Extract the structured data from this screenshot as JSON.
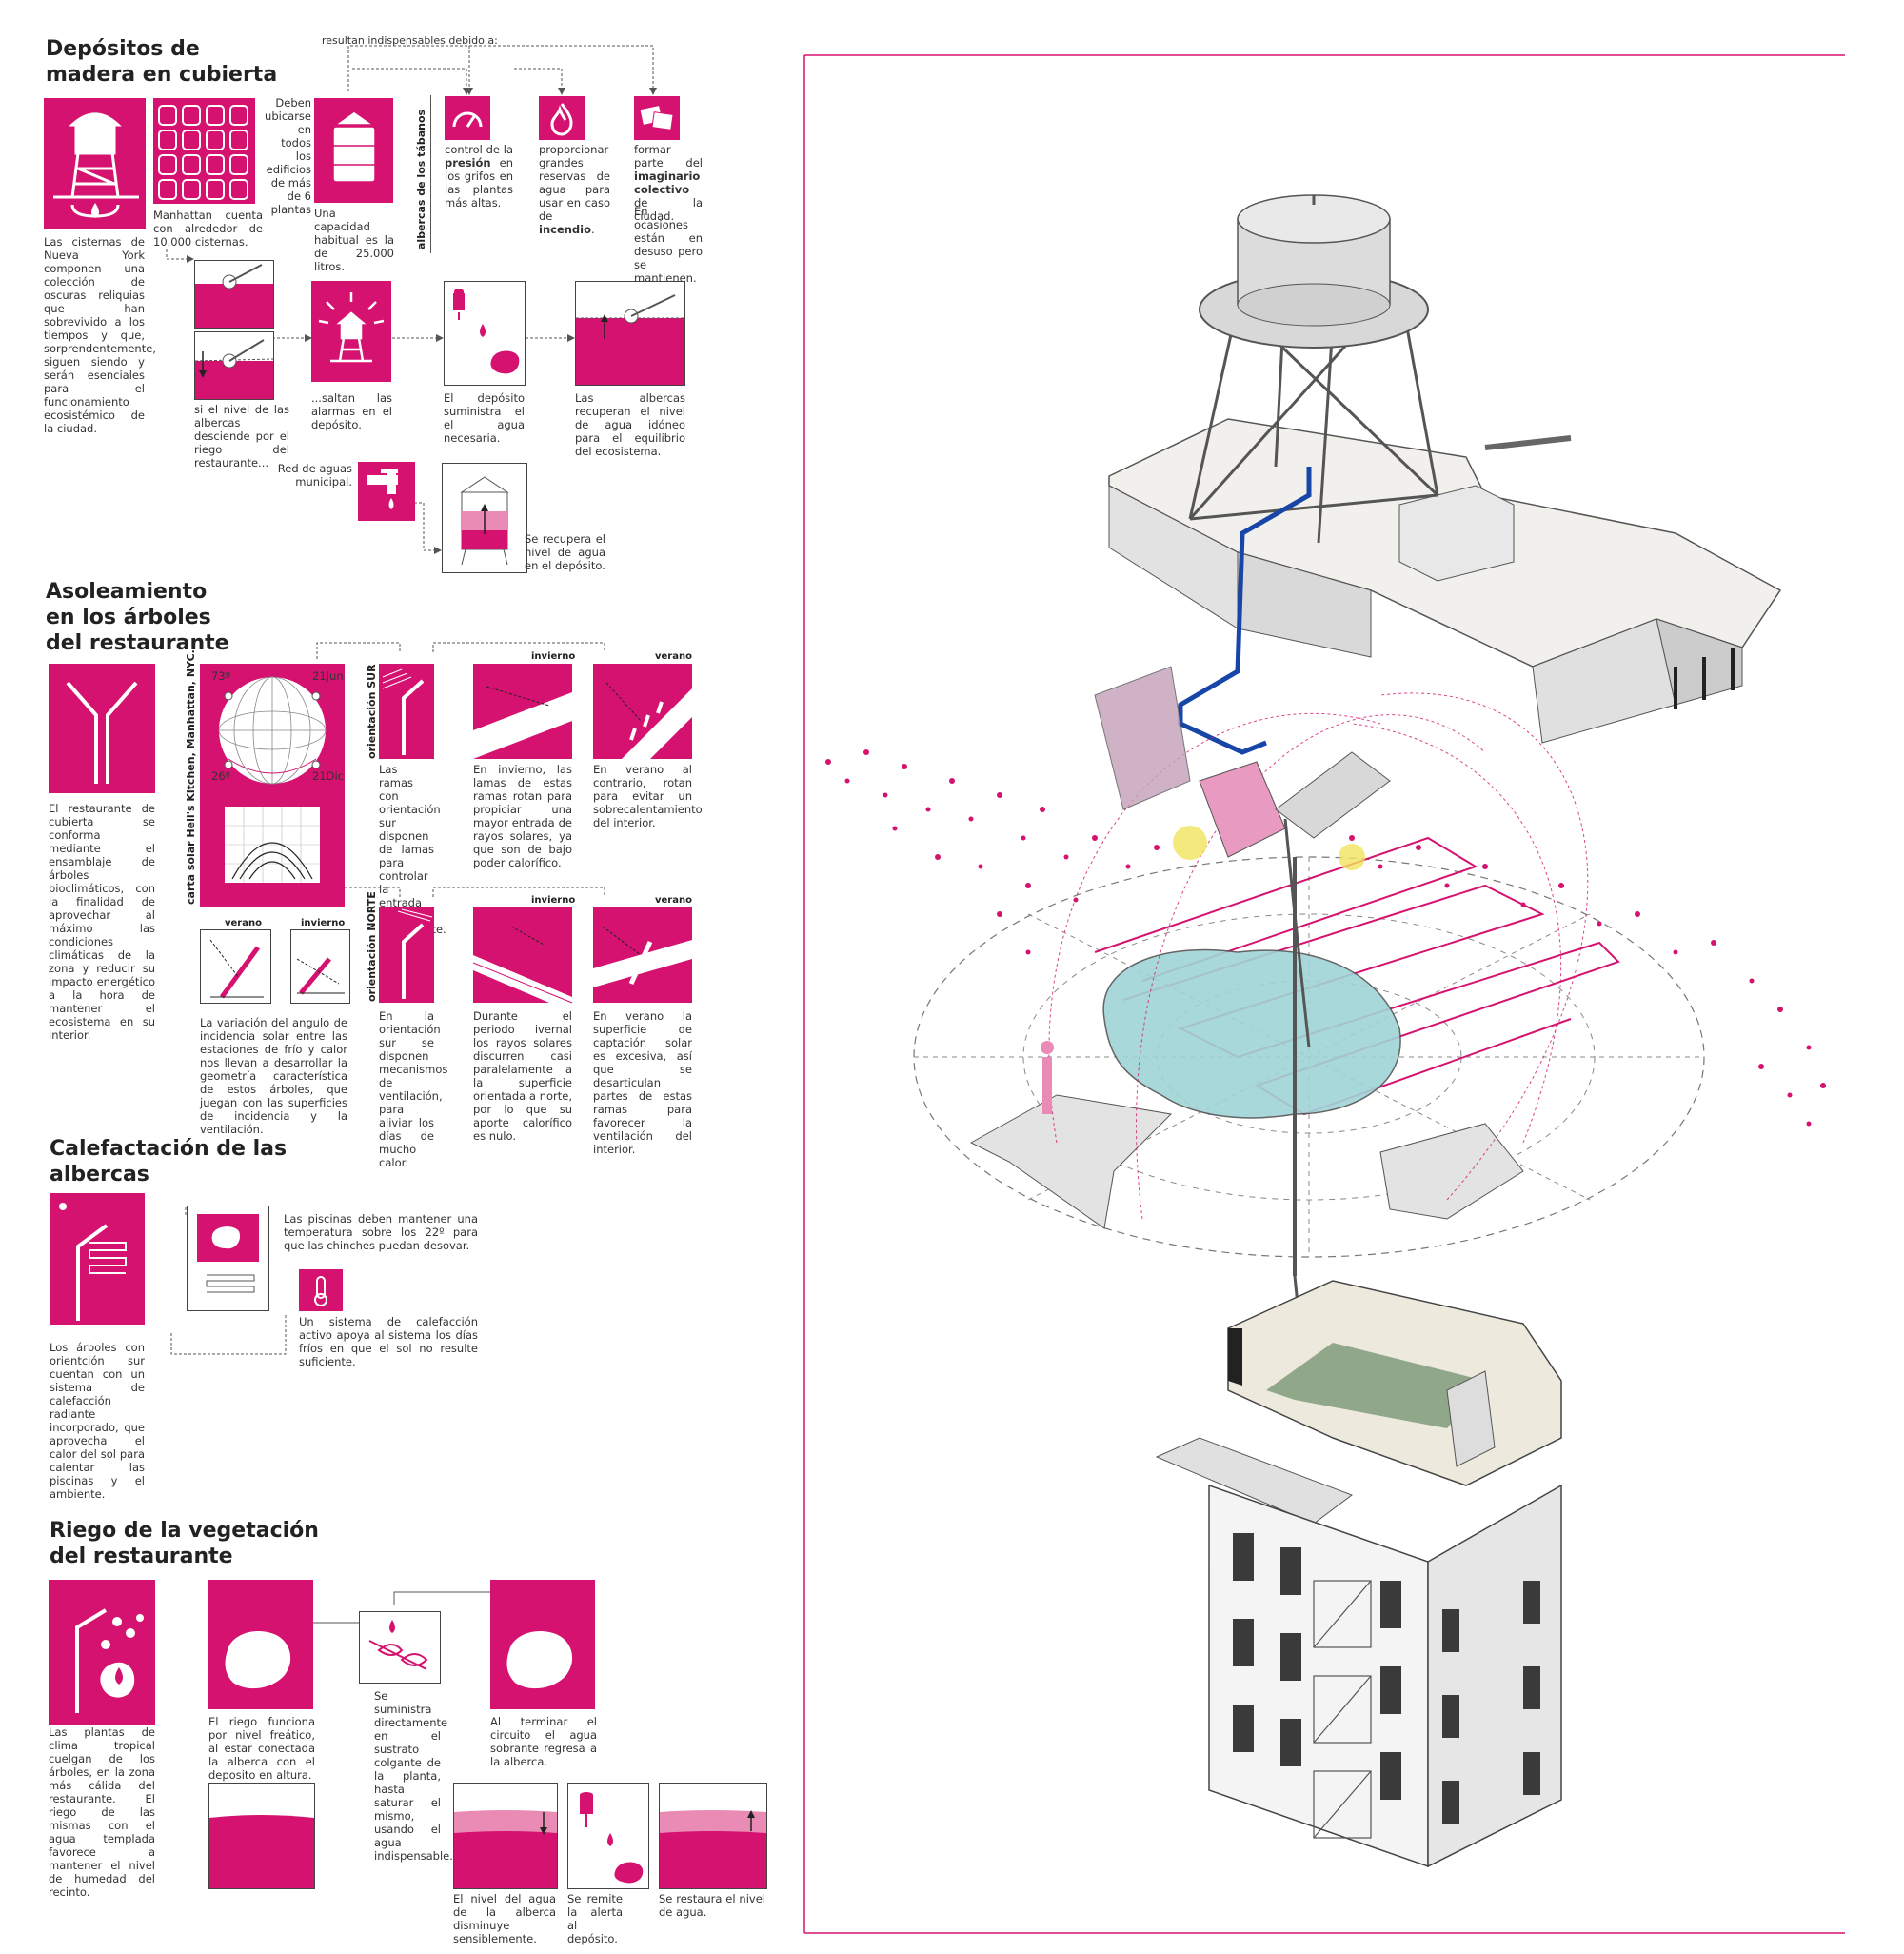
{
  "colors": {
    "accent": "#d5126f",
    "accent_light": "#e98bb4",
    "water": "#9fd4d7",
    "line": "#444444"
  },
  "s1": {
    "title_1": "Depósitos de",
    "title_2": "madera en cubierta",
    "top_note": "resultan indispensables debido a:",
    "cisternas_text": "Las cisternas de Nueva York componen una colección de oscuras reliquias que han sobrevivido a los tiempos y que, sorprendentemente, siguen siendo y serán esenciales para el funcionamiento ecosistémico de la ciudad.",
    "manhattan_text": "Manhattan cuenta con alrededor de 10.000 cisternas.",
    "deben_text": "Deben ubicarse en todos los edificios de más de 6 plantas",
    "capacidad_text": "Una capacidad habitual es la de 25.000 litros.",
    "albercas_vertical": "albercas de los tábanos",
    "presion_a": "control de la",
    "presion_b": "presión",
    "presion_c": "en los grifos en las plantas más altas.",
    "incendio_a": "proporcionar grandes reservas de agua para usar en caso de",
    "incendio_b": "incendio",
    "imaginario_a": "formar parte del",
    "imaginario_b": "imaginario colectivo",
    "imaginario_c": "de la ciudad.",
    "desuso_text": "En ocasiones están en desuso pero se mantienen.",
    "step1_text": "si el nivel de las albercas desciende por el riego del restaurante...",
    "step2_text": "...saltan las alarmas en el depósito.",
    "step3_text": "El depósito suministra el el agua necesaria.",
    "step4_text": "Las albercas recuperan el nivel de agua idóneo para el equilibrio del ecosistema.",
    "red_text": "Red de aguas municipal.",
    "recupera_text": "Se recupera el nivel de agua en el depósito."
  },
  "s2": {
    "title_1": "Asoleamiento",
    "title_2": "en los árboles",
    "title_3": "del restaurante",
    "intro_text": "El restaurante de cubierta se conforma mediante el ensamblaje de árboles bioclimáticos, con la finalidad de aprovechar al máximo las condiciones climáticas de la zona y reducir su impacto energético a la hora de mantener el ecosistema en su interior.",
    "carta_vertical": "carta solar Hell's Kitchen, Manhattan, NYC.",
    "angle_73": "73º",
    "date_jun": "21Jun",
    "angle_26": "26º",
    "date_dic": "21Dic",
    "sur_vertical": "orientación SUR",
    "norte_vertical": "orientación NORTE",
    "invierno": "invierno",
    "verano": "verano",
    "sur1_text": "Las ramas con orientación sur disponen de lamas para controlar la entrada de luz al restaurante.",
    "sur2_text": "En invierno, las lamas de estas ramas rotan para propiciar una mayor entrada de rayos solares, ya que son de bajo poder calorífico.",
    "sur3_text": "En verano al contrario, rotan para evitar un sobrecalentamiento del interior.",
    "angulo_text": "La variación del angulo de incidencia solar entre las estaciones de frío y calor nos llevan a desarrollar la geometría característica de estos árboles, que juegan con las superficies de incidencia y la ventilación.",
    "norte1_text": "En la orientación sur se disponen mecanismos de ventilación, para aliviar los días de mucho calor.",
    "norte2_text": "Durante el periodo ivernal los rayos solares discurren casi paralelamente a la superficie orientada a norte, por lo que su aporte calorífico es nulo.",
    "norte3_text": "En verano la superficie de captación solar es excesiva, así que se desarticulan partes de estas ramas para favorecer la ventilación del interior."
  },
  "s3": {
    "title_1": "Calefactación de las",
    "title_2": "albercas",
    "piscinas_text": "Las piscinas deben mantener una temperatura sobre los 22º para que las chinches puedan desovar.",
    "sistema_text": "Un sistema de calefacción activo apoya al sistema los días fríos en que el sol no resulte suficiente.",
    "arboles_text": "Los árboles con orientción sur cuentan con un sistema de calefacción radiante incorporado, que aprovecha el calor del sol para calentar las piscinas y el ambiente."
  },
  "s4": {
    "title_1": "Riego de la vegetación",
    "title_2": "del restaurante",
    "plantas_text": "Las plantas de clima tropical cuelgan de los árboles, en la zona más cálida del restaurante. El riego de las mismas con el agua templada favorece a mantener el nivel de humedad del recinto.",
    "riego_text": "El riego funciona por nivel freático, al estar conectada la alberca con el deposito en altura.",
    "suministra_text": "Se suministra directamente en el sustrato colgante de la planta, hasta saturar el mismo, usando el agua indispensable.",
    "circuito_text": "Al terminar el circuito el agua sobrante regresa a la alberca.",
    "disminuye_text": "El nivel del agua de la alberca disminuye sensiblemente.",
    "alerta_text": "Se remite la alerta al depósito.",
    "restaura_text": "Se restaura el nivel de agua."
  },
  "icons": [
    "water-tower-icon",
    "tank-grid-icon",
    "cylinder-tank-icon",
    "pressure-gauge-icon",
    "fire-icon",
    "photos-icon",
    "level-drop-icon",
    "alarm-tower-icon",
    "supply-tank-icon",
    "level-recover-icon",
    "faucet-icon",
    "tank-level-icon",
    "tree-branch-icon",
    "sun-chart-icon",
    "south-branch-icon",
    "winter-louvers-icon",
    "summer-louvers-icon",
    "north-branch-icon",
    "radiant-branch-icon",
    "pool-plan-icon",
    "thermometer-icon",
    "plant-drop-icon",
    "pool-icon",
    "hanging-plant-icon",
    "return-pool-icon"
  ]
}
